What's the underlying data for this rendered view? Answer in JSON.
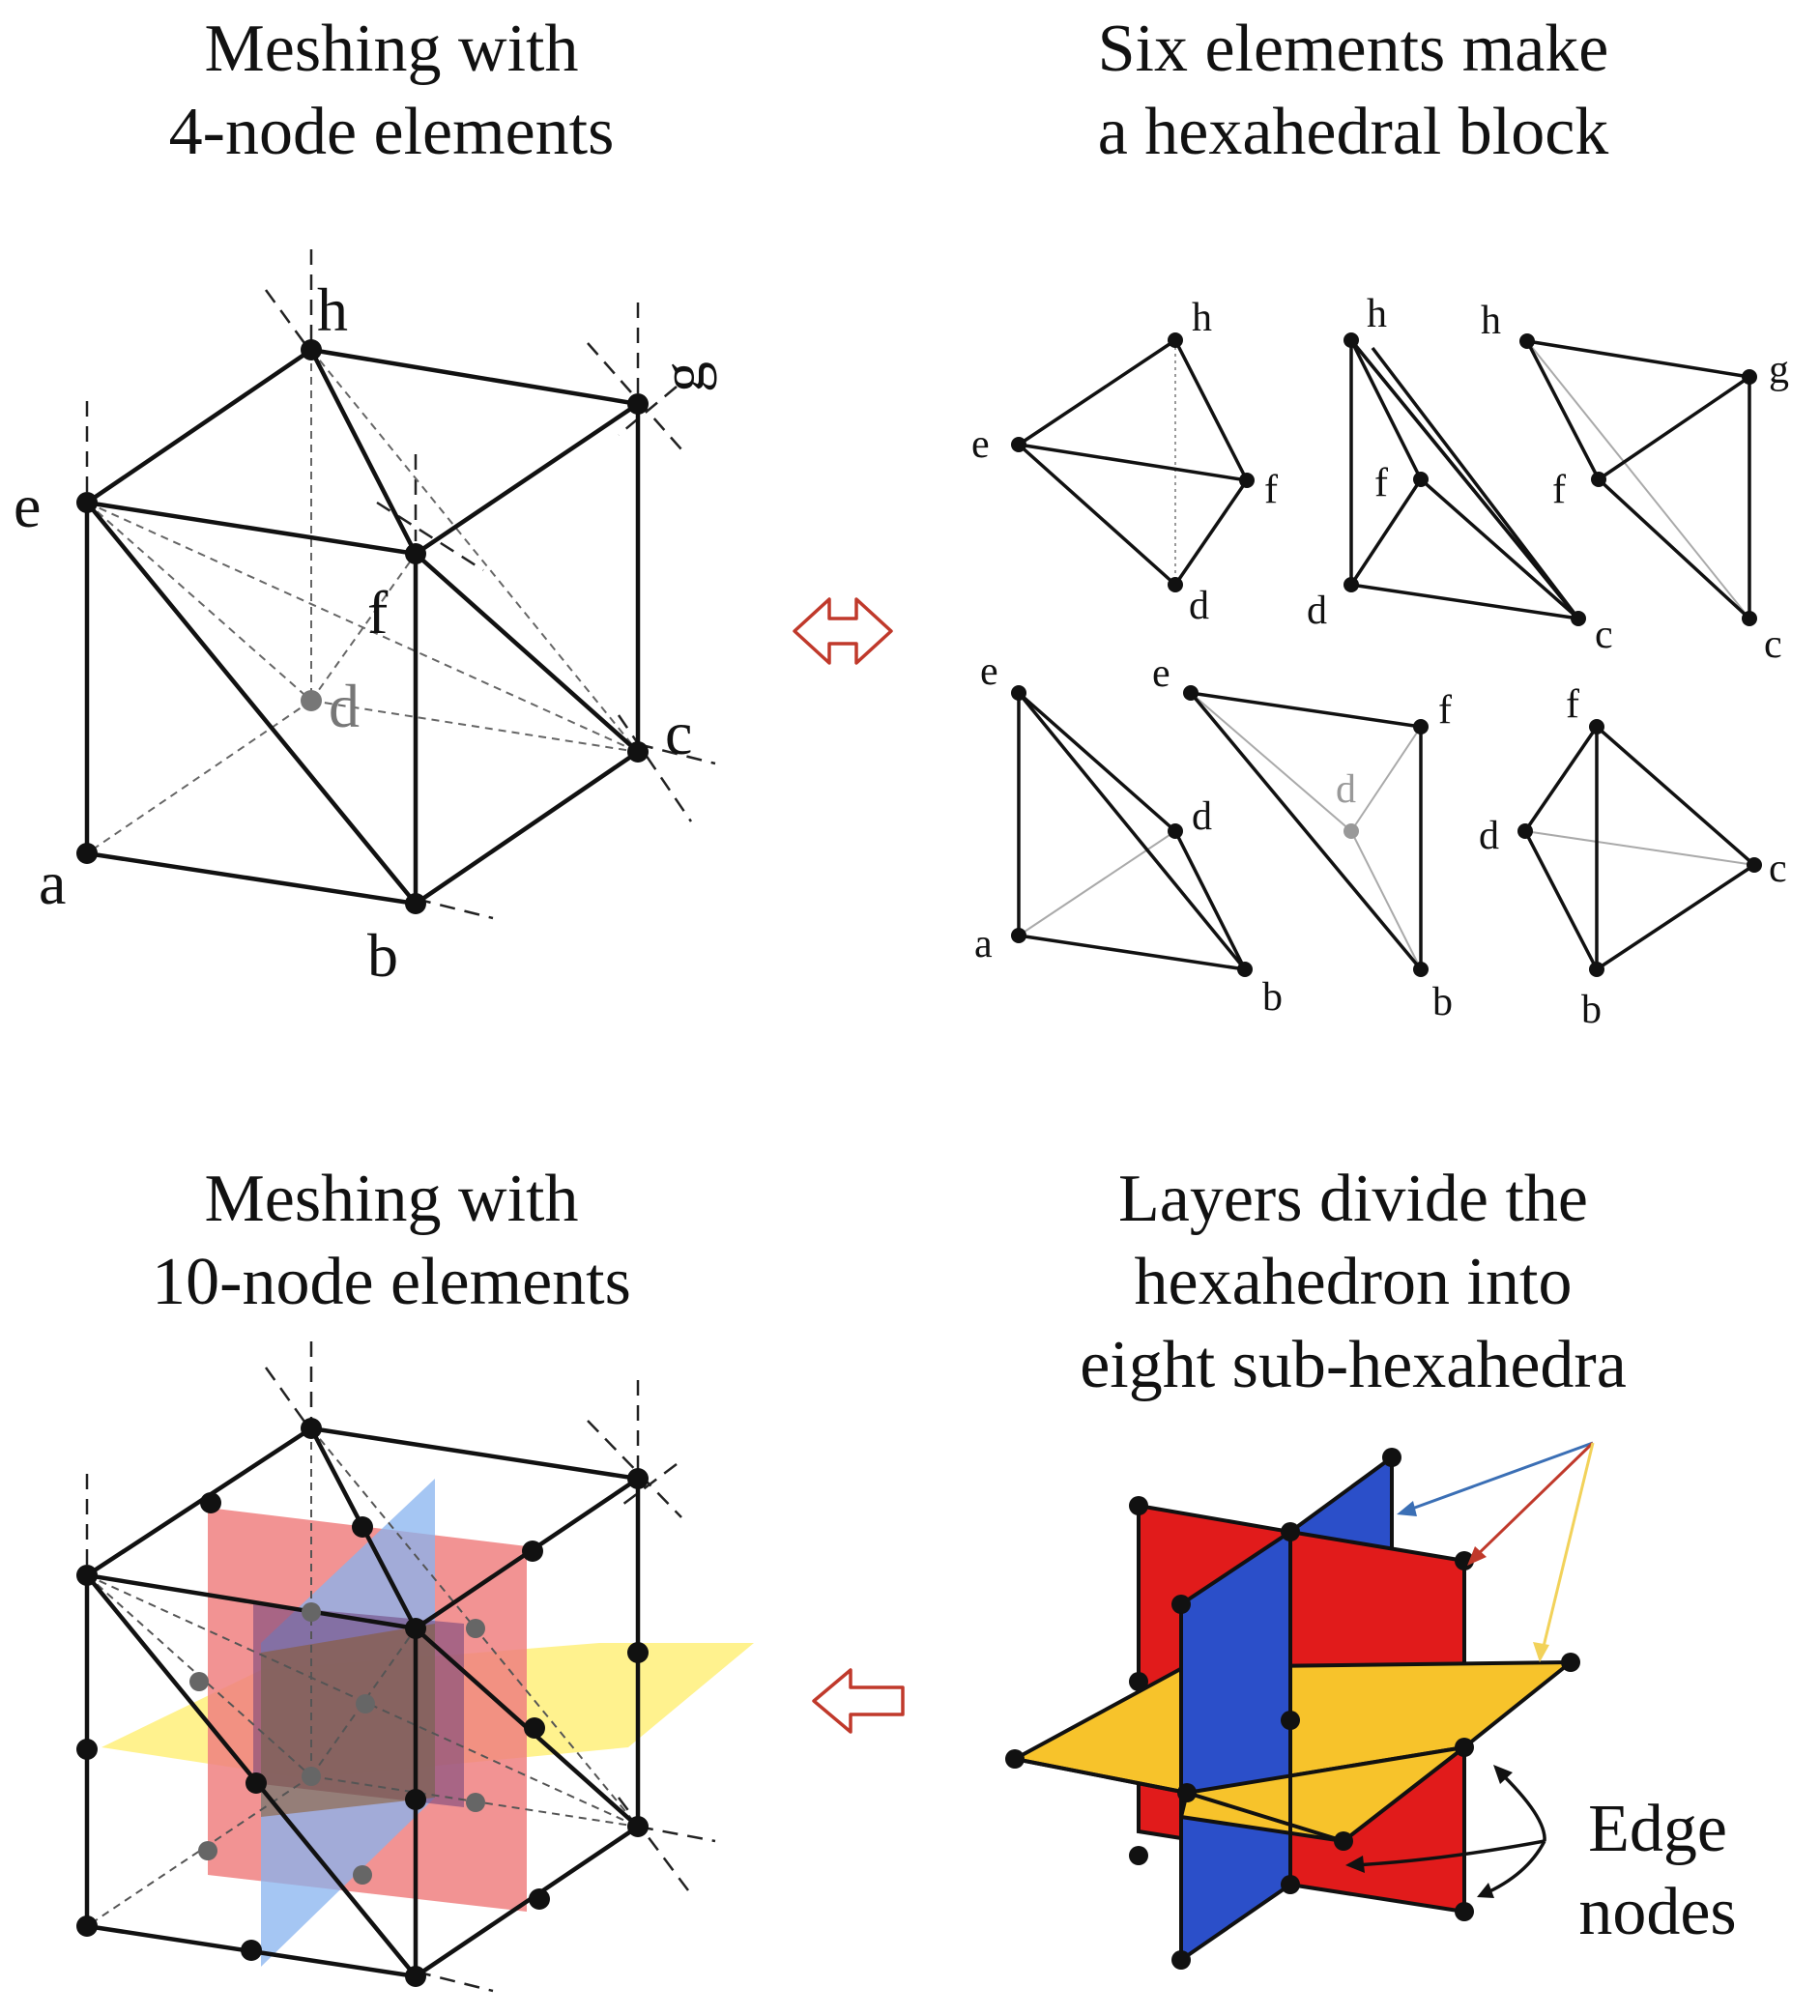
{
  "titles": {
    "top_left": [
      "Meshing with",
      "4-node elements"
    ],
    "top_right": [
      "Six elements make",
      "a hexahedral block"
    ],
    "bottom_left": [
      "Meshing with",
      "10-node elements"
    ],
    "bottom_right": [
      "Layers divide the",
      "hexahedron into",
      "eight sub-hexahedra"
    ]
  },
  "edge_nodes_label": [
    "Edge",
    "nodes"
  ],
  "node_labels": {
    "a": "a",
    "b": "b",
    "c": "c",
    "d": "d",
    "e": "e",
    "f": "f",
    "g": "g",
    "h": "h"
  },
  "colors": {
    "red_plane": "#e11b1b",
    "blue_plane": "#2b4fc9",
    "yellow_plane": "#f7c32b",
    "arrow_red": "#c0392b",
    "arrow_blue": "#3b6fb5",
    "arrow_yellow": "#f2d25a",
    "light_red": "#f08080",
    "light_blue": "#87b3ef",
    "light_yellow": "#fff07a"
  }
}
